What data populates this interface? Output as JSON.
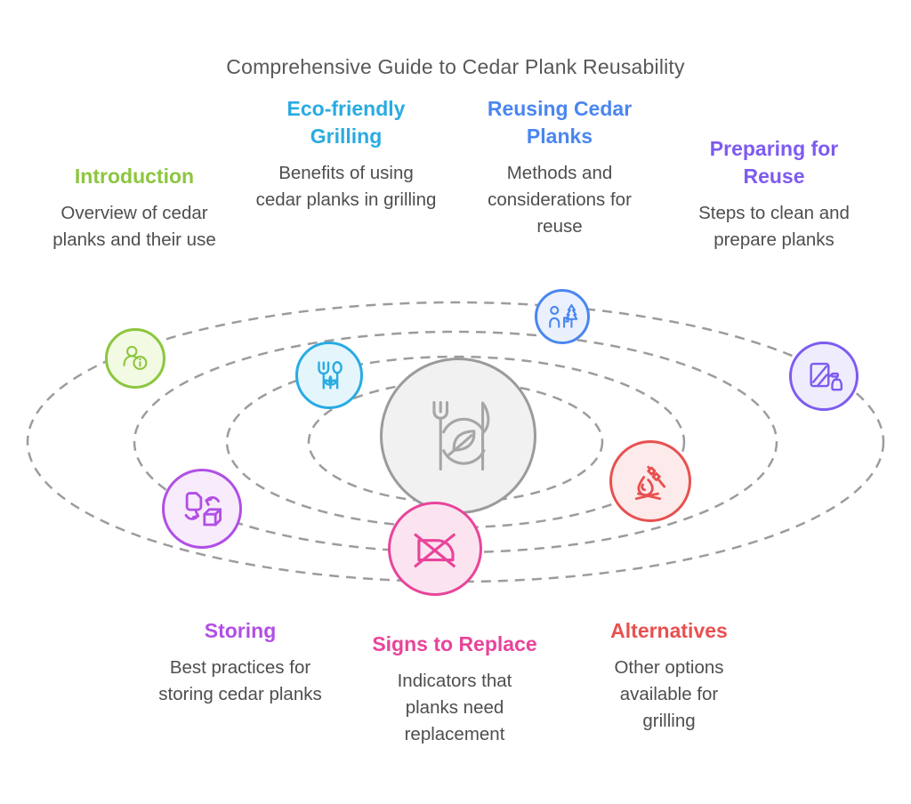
{
  "title": "Comprehensive Guide to Cedar Plank Reusability",
  "colors": {
    "orbit": "#9C9C9C",
    "title": "#58585A",
    "body": "#4E4E50"
  },
  "center": {
    "icon": "plate-fork-knife-leaf-icon",
    "ring_color": "#9B9B9B",
    "icon_color": "#A6A6A6",
    "tint": "#F1F1F1"
  },
  "topics": [
    {
      "id": "introduction",
      "label": "Introduction",
      "description": "Overview of cedar planks and their use",
      "icon": "person-info-icon",
      "color": "#8CC63E",
      "tint": "#F3FAE4"
    },
    {
      "id": "eco-friendly-grilling",
      "label": "Eco-friendly Grilling",
      "description": "Benefits of using cedar planks in grilling",
      "icon": "fork-spoon-sprout-icon",
      "color": "#29ABE2",
      "tint": "#E4F6FC"
    },
    {
      "id": "reusing-cedar-planks",
      "label": "Reusing Cedar Planks",
      "description": "Methods and considerations for reuse",
      "icon": "person-tree-icon",
      "color": "#4A86F0",
      "tint": "#EAF1FD"
    },
    {
      "id": "preparing-for-reuse",
      "label": "Preparing for Reuse",
      "description": "Steps to clean and prepare planks",
      "icon": "window-spray-icon",
      "color": "#7D5BF0",
      "tint": "#EFECFD"
    },
    {
      "id": "storing",
      "label": "Storing",
      "description": "Best practices for storing cedar planks",
      "icon": "document-cube-cycle-icon",
      "color": "#B14FE5",
      "tint": "#F8EBFC"
    },
    {
      "id": "signs-to-replace",
      "label": "Signs to Replace",
      "description": "Indicators that planks need replacement",
      "icon": "crossed-plank-icon",
      "color": "#E8449B",
      "tint": "#FBE4F0"
    },
    {
      "id": "alternatives",
      "label": "Alternatives",
      "description": "Other options available for grilling",
      "icon": "campfire-skewer-icon",
      "color": "#E85050",
      "tint": "#FDEAEA"
    }
  ]
}
